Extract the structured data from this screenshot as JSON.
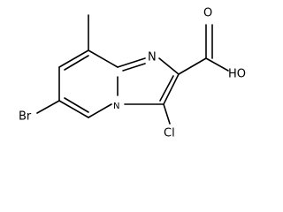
{
  "molecule": {
    "atoms": {
      "nitrogen_ring": "N",
      "nitrogen_bridge": "N",
      "hydroxyl": "HO",
      "carbonyl_oxygen": "O",
      "bromine": "Br",
      "chlorine": "Cl"
    }
  }
}
